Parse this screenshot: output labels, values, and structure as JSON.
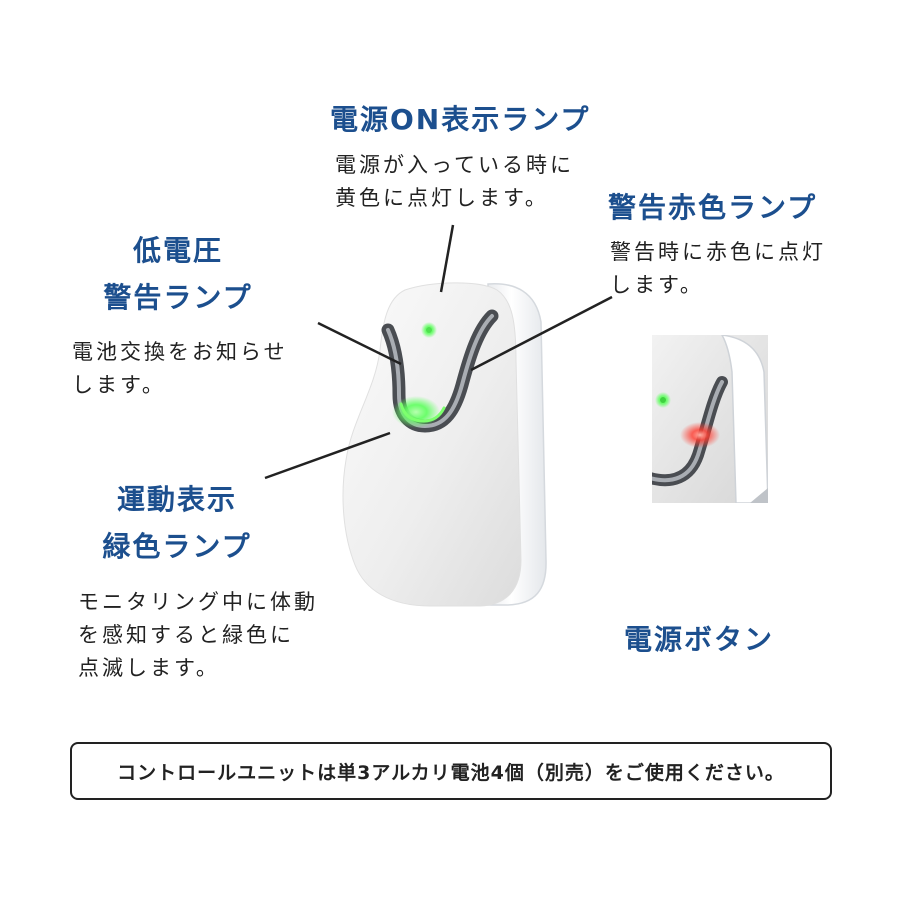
{
  "callouts": {
    "power_on": {
      "title": "電源ON表示ランプ",
      "desc": [
        "電源が入っている時に",
        "黄色に点灯します。"
      ]
    },
    "warning_red": {
      "title": "警告赤色ランプ",
      "desc": [
        "警告時に赤色に点灯",
        "します。"
      ]
    },
    "low_voltage": {
      "title": [
        "低電圧",
        "警告ランプ"
      ],
      "desc": [
        "電池交換をお知らせ",
        "します。"
      ]
    },
    "motion": {
      "title": [
        "運動表示",
        "緑色ランプ"
      ],
      "desc": [
        "モニタリング中に体動",
        "を感知すると緑色に",
        "点滅します。"
      ]
    },
    "power_button": {
      "title": "電源ボタン"
    }
  },
  "note": "コントロールユニットは単3アルカリ電池4個（別売）をご使用ください。",
  "colors": {
    "heading": "#1c4f8e",
    "text": "#222222",
    "led_green": "#5dff5d",
    "led_red": "#ff3b2f"
  }
}
